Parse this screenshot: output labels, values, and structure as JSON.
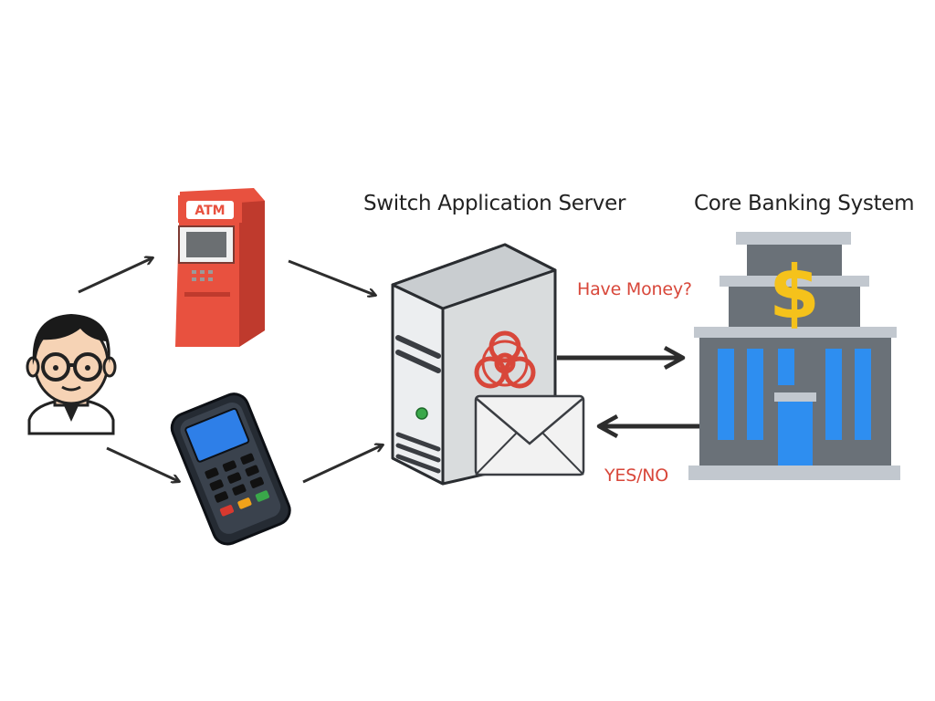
{
  "diagram": {
    "switch_label": "Switch Application Server",
    "core_label": "Core Banking System",
    "request_label": "Have Money?",
    "response_label": "YES/NO",
    "atm_label": "ATM",
    "dollar_sign": "$"
  },
  "colors": {
    "message_red": "#d8473a",
    "atm_red": "#e8513f",
    "bank_gray": "#6a7178",
    "bank_blue": "#2e8ef0",
    "dollar_yellow": "#f5c21b",
    "arrow": "#2d2d2d"
  },
  "icons": [
    "person-icon",
    "atm-icon",
    "pos-terminal-icon",
    "server-icon",
    "biohazard-icon",
    "envelope-icon",
    "bank-building-icon"
  ]
}
